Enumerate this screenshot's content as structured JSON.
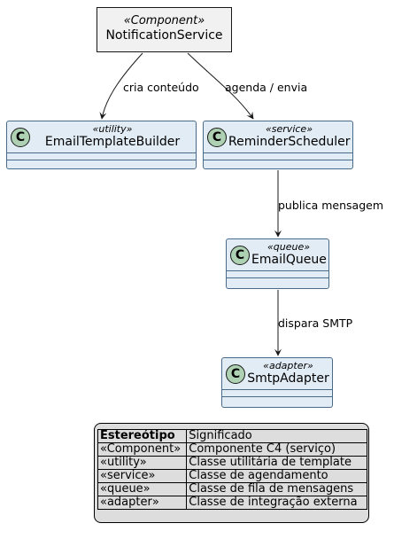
{
  "component": {
    "stereotype": "«Component»",
    "name": "NotificationService"
  },
  "classes": {
    "email_template_builder": {
      "badge": "C",
      "stereotype": "«utility»",
      "name": "EmailTemplateBuilder"
    },
    "reminder_scheduler": {
      "badge": "C",
      "stereotype": "«service»",
      "name": "ReminderScheduler"
    },
    "email_queue": {
      "badge": "C",
      "stereotype": "«queue»",
      "name": "EmailQueue"
    },
    "smtp_adapter": {
      "badge": "C",
      "stereotype": "«adapter»",
      "name": "SmtpAdapter"
    }
  },
  "edges": {
    "creates_content": "cria conteúdo",
    "schedules_sends": "agenda / envia",
    "publishes_message": "publica mensagem",
    "triggers_smtp": "dispara SMTP"
  },
  "legend": {
    "headers": [
      "Estereótipo",
      "Significado"
    ],
    "rows": [
      [
        "«Component»",
        "Componente C4 (serviço)"
      ],
      [
        "«utility»",
        "Classe utilitária de template"
      ],
      [
        "«service»",
        "Classe de agendamento"
      ],
      [
        "«queue»",
        "Classe de fila de mensagens"
      ],
      [
        "«adapter»",
        "Classe de integração externa"
      ]
    ]
  },
  "colors": {
    "class_fill": "#e2ecf5",
    "class_border": "#4a6a8a",
    "badge_fill": "#add1b2",
    "component_fill": "#f1f1f1",
    "legend_fill": "#dddddd",
    "line": "#181818"
  }
}
